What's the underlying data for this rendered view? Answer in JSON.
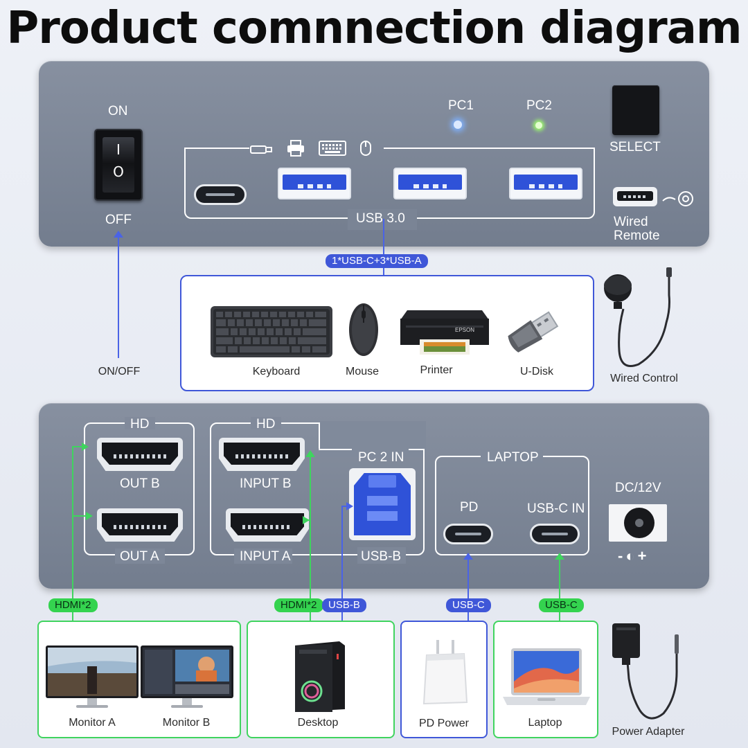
{
  "title": "Product comnnection diagram",
  "top_panel": {
    "switch_on": "ON",
    "switch_off": "OFF",
    "switch_on_mark": "I",
    "switch_off_mark": "O",
    "pc1": "PC1",
    "pc2": "PC2",
    "select": "SELECT",
    "usb_group_label": "USB 3.0",
    "wired_remote": [
      "Wired",
      "Remote"
    ],
    "led_pc1_color": "#7fb2ff",
    "led_pc2_color": "#9dff6a"
  },
  "connectors": {
    "usb_pill": "1*USB-C+3*USB-A",
    "on_off_label": "ON/OFF"
  },
  "peripherals": {
    "items": [
      "Keyboard",
      "Mouse",
      "Printer",
      "U-Disk"
    ],
    "wired_control": "Wired Control"
  },
  "bottom_panel": {
    "hd_1": "HD",
    "hd_2": "HD",
    "out_b": "OUT B",
    "out_a": "OUT A",
    "input_b": "INPUT B",
    "input_a": "INPUT A",
    "pc2_in": "PC 2 IN",
    "usb_b": "USB-B",
    "laptop": "LAPTOP",
    "pd": "PD",
    "usbc_in": "USB-C IN",
    "dc": "DC/12V",
    "polarity": "-◐+"
  },
  "pills": {
    "hdmi_left": "HDMI*2",
    "hdmi_mid": "HDMI*2",
    "usb_b": "USB-B",
    "usb_c_1": "USB-C",
    "usb_c_2": "USB-C"
  },
  "devices": {
    "monitor_a": "Monitor A",
    "monitor_b": "Monitor B",
    "desktop": "Desktop",
    "pd_power": "PD Power",
    "laptop": "Laptop",
    "power_adapter": "Power Adapter"
  },
  "printer_brand": "EPSON",
  "colors": {
    "accent_blue": "#3f57d8",
    "accent_green": "#34d34f",
    "panel_gray": "#7c8697"
  }
}
